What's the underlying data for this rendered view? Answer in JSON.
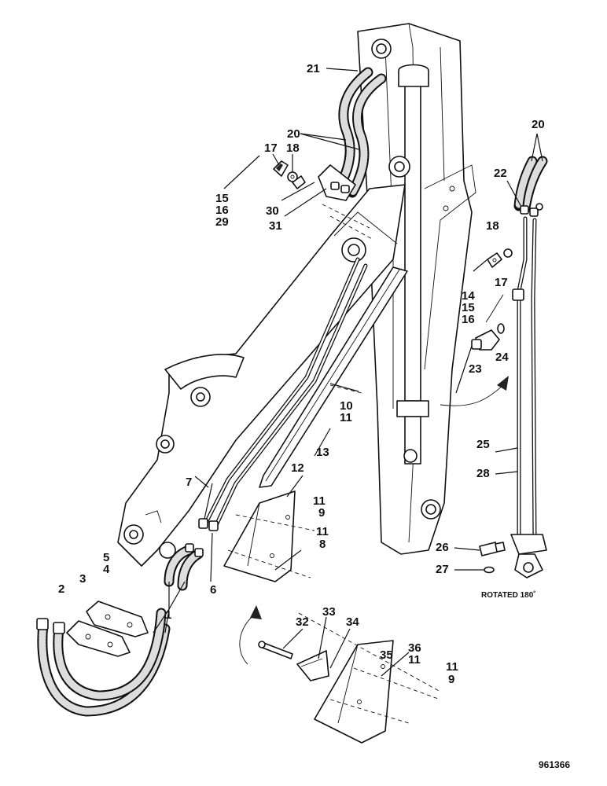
{
  "labels": {
    "l1": "1",
    "l2": "2",
    "l3": "3",
    "l4": "4",
    "l5": "5",
    "l6": "6",
    "l7": "7",
    "l8": "8",
    "l9a": "9",
    "l9b": "9",
    "l10": "10",
    "l11a": "11",
    "l11b": "11",
    "l11c": "11",
    "l11d": "11",
    "l12": "12",
    "l13": "13",
    "l14": "14",
    "l15a": "15",
    "l15b": "15",
    "l16a": "16",
    "l16b": "16",
    "l17a": "17",
    "l17b": "17",
    "l18a": "18",
    "l18b": "18",
    "l20a": "20",
    "l20b": "20",
    "l21": "21",
    "l22": "22",
    "l23": "23",
    "l24": "24",
    "l25": "25",
    "l26": "26",
    "l27": "27",
    "l28": "28",
    "l29": "29",
    "l30": "30",
    "l31": "31",
    "l32": "32",
    "l33": "33",
    "l34": "34",
    "l35": "35",
    "l36": "36"
  },
  "note": "ROTATED 180˚",
  "figure_ref": "961366"
}
